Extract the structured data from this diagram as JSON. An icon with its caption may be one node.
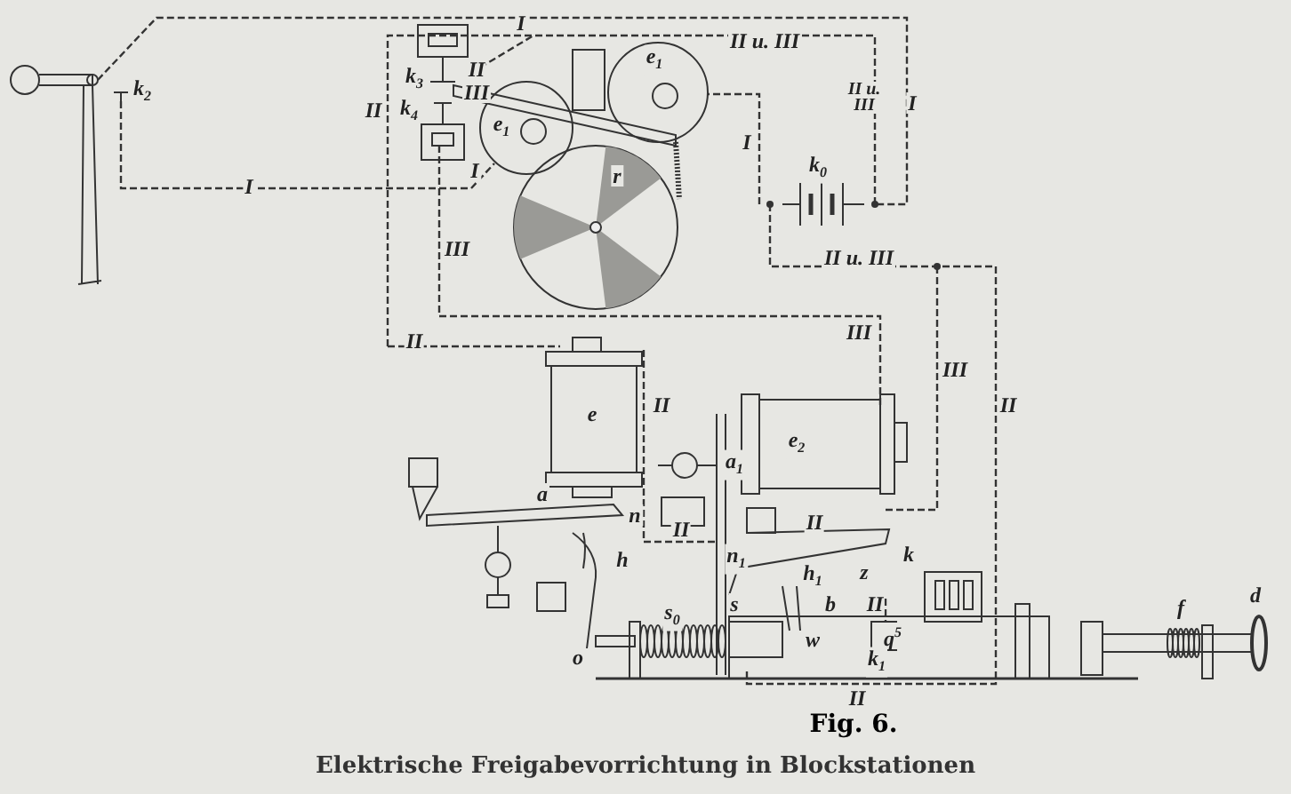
{
  "diagram": {
    "title": "Fig. 6.",
    "caption": "Elektrische Freigabevorrichtung in Blockstationen",
    "labels": [
      "I",
      "k$_{2}$",
      "k$_{3}$",
      "II",
      "III",
      "II u. III",
      "e$_{1}$",
      "II",
      "k$_{4}$",
      "e$_{1}$",
      "II u. III",
      "I",
      "I",
      "I",
      "r",
      "I",
      "k$_{0}$",
      "III",
      "II u. III",
      "III",
      "II",
      "III",
      "II",
      "II",
      "e",
      "e$_{2}$",
      "a$_{1}$",
      "a",
      "n",
      "II",
      "II",
      "h",
      "n$_{1}$",
      "k",
      "h$_{1}$",
      "z",
      "s",
      "II",
      "b",
      "s$_{0}$",
      "w",
      "q$^{5}$",
      "f",
      "d",
      "o",
      "k$_{1}$",
      "II"
    ]
  }
}
